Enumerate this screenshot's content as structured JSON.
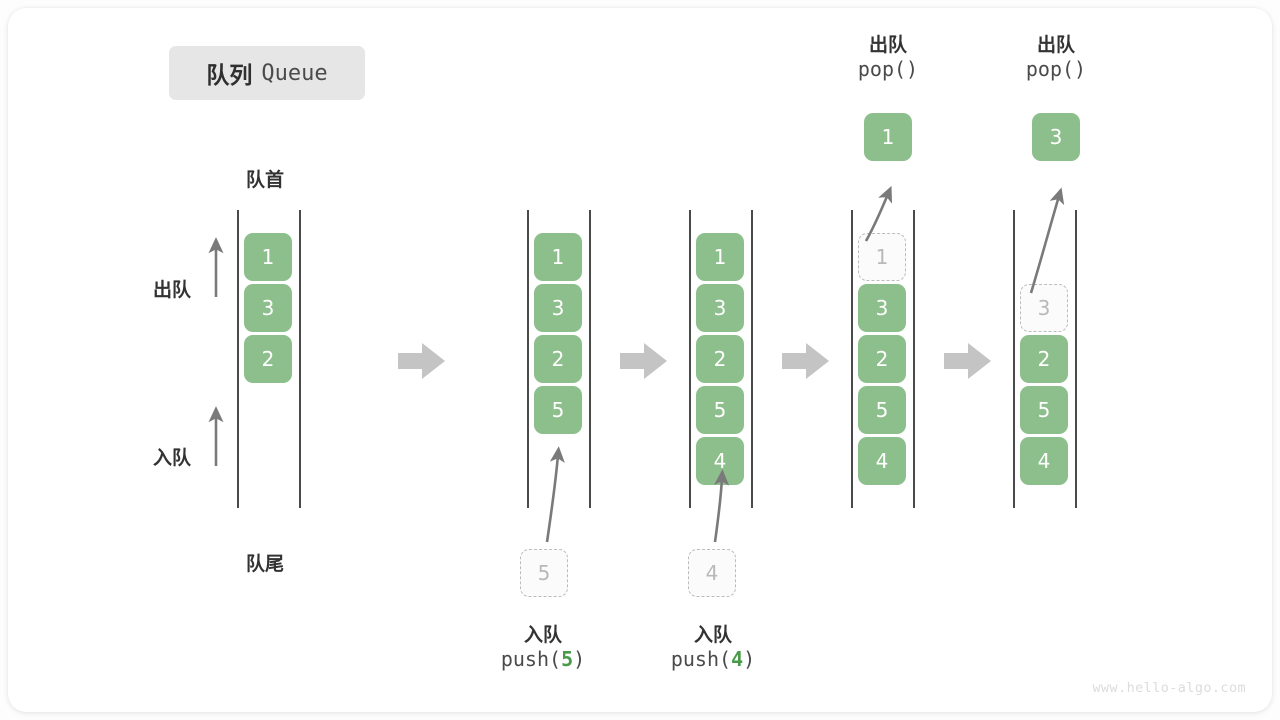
{
  "title": {
    "cn": "队列",
    "en": "Queue"
  },
  "axis_labels": {
    "head": "队首",
    "tail": "队尾",
    "dequeue": "出队",
    "enqueue": "入队"
  },
  "colors": {
    "cell_green": "#8dbf8c",
    "cell_text": "#ffffff",
    "ghost_border": "#bcbcbc",
    "ghost_text": "#b9b9b9",
    "rail": "#4a4a4a",
    "arrow": "#7a7a7a",
    "step_arrow": "#c4c4c4",
    "badge_bg": "#e6e6e6",
    "accent_number": "#4a9a4a"
  },
  "columns": [
    {
      "id": "col-initial",
      "cells": [
        {
          "value": "1",
          "state": "solid"
        },
        {
          "value": "3",
          "state": "solid"
        },
        {
          "value": "2",
          "state": "solid"
        }
      ]
    },
    {
      "id": "col-after-push-5",
      "cells": [
        {
          "value": "1",
          "state": "solid"
        },
        {
          "value": "3",
          "state": "solid"
        },
        {
          "value": "2",
          "state": "solid"
        },
        {
          "value": "5",
          "state": "solid"
        }
      ]
    },
    {
      "id": "col-after-push-4",
      "cells": [
        {
          "value": "1",
          "state": "solid"
        },
        {
          "value": "3",
          "state": "solid"
        },
        {
          "value": "2",
          "state": "solid"
        },
        {
          "value": "5",
          "state": "solid"
        },
        {
          "value": "4",
          "state": "solid"
        }
      ]
    },
    {
      "id": "col-after-pop-1",
      "cells": [
        {
          "value": "1",
          "state": "ghost"
        },
        {
          "value": "3",
          "state": "solid"
        },
        {
          "value": "2",
          "state": "solid"
        },
        {
          "value": "5",
          "state": "solid"
        },
        {
          "value": "4",
          "state": "solid"
        }
      ]
    },
    {
      "id": "col-after-pop-3",
      "cells": [
        {
          "value": "",
          "state": "blank"
        },
        {
          "value": "3",
          "state": "ghost"
        },
        {
          "value": "2",
          "state": "solid"
        },
        {
          "value": "5",
          "state": "solid"
        },
        {
          "value": "4",
          "state": "solid"
        }
      ]
    }
  ],
  "operations": [
    {
      "id": "push-5",
      "kind": "push",
      "cn": "入队",
      "code_prefix": "push(",
      "code_value": "5",
      "code_suffix": ")",
      "pending_value": "5"
    },
    {
      "id": "push-4",
      "kind": "push",
      "cn": "入队",
      "code_prefix": "push(",
      "code_value": "4",
      "code_suffix": ")",
      "pending_value": "4"
    },
    {
      "id": "pop-1",
      "kind": "pop",
      "cn": "出队",
      "code": "pop()",
      "popped_value": "1"
    },
    {
      "id": "pop-3",
      "kind": "pop",
      "cn": "出队",
      "code": "pop()",
      "popped_value": "3"
    }
  ],
  "watermark": "www.hello-algo.com"
}
